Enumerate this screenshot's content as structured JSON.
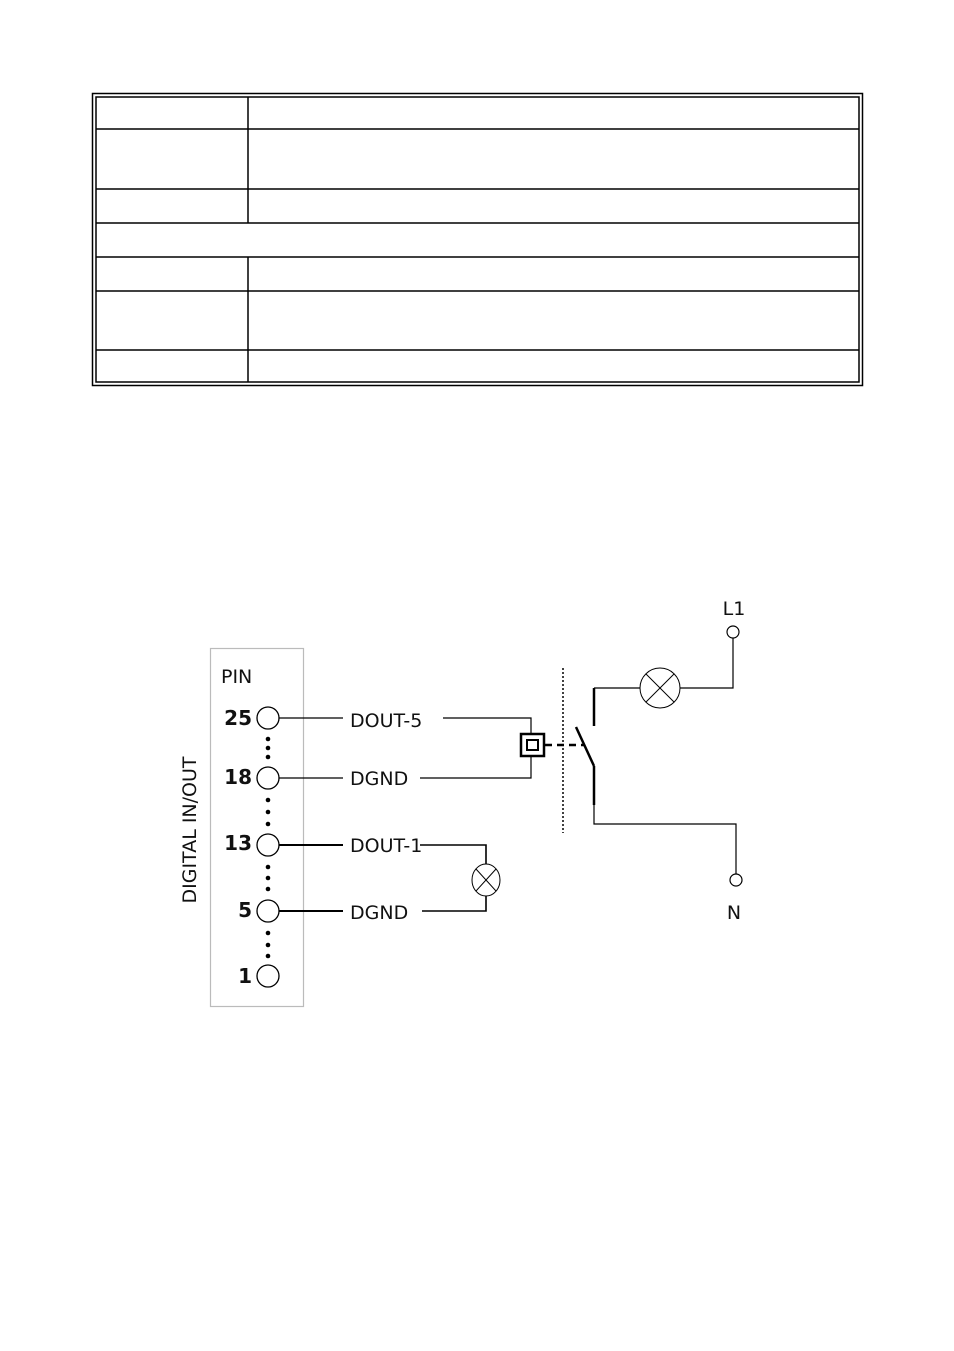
{
  "table": {
    "rows": [
      {
        "cells": [
          "",
          ""
        ]
      },
      {
        "cells": [
          "",
          ""
        ]
      },
      {
        "cells": [
          "",
          ""
        ]
      },
      {
        "cells": [
          ""
        ]
      },
      {
        "cells": [
          "",
          ""
        ]
      },
      {
        "cells": [
          "",
          ""
        ]
      },
      {
        "cells": [
          "",
          ""
        ]
      }
    ]
  },
  "diagram": {
    "connector_title": "DIGITAL IN/OUT",
    "pin_header": "PIN",
    "pins": [
      "25",
      "18",
      "13",
      "5",
      "1"
    ],
    "signals": {
      "dout5": "DOUT-5",
      "dgnd_upper": "DGND",
      "dout1": "DOUT-1",
      "dgnd_lower": "DGND"
    },
    "line_label": "L1",
    "neutral_label": "N"
  }
}
